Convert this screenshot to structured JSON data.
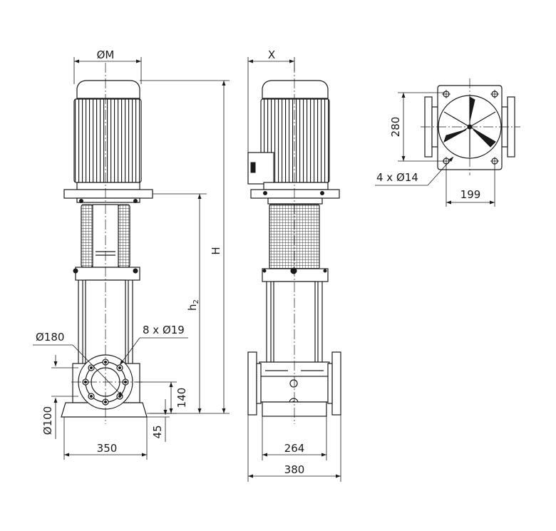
{
  "labels": {
    "motor_diameter": "ØM",
    "offset_x": "X",
    "height_total": "H",
    "height_h2": "h",
    "height_h2_sub": "2",
    "flange_diameter": "Ø180",
    "flange_bolts": "8 x Ø19",
    "nominal_diameter": "Ø100",
    "dim_140": "140",
    "dim_45": "45",
    "dim_350": "350",
    "dim_264": "264",
    "dim_380": "380",
    "dim_280": "280",
    "dim_199": "199",
    "base_holes": "4 x Ø14"
  }
}
